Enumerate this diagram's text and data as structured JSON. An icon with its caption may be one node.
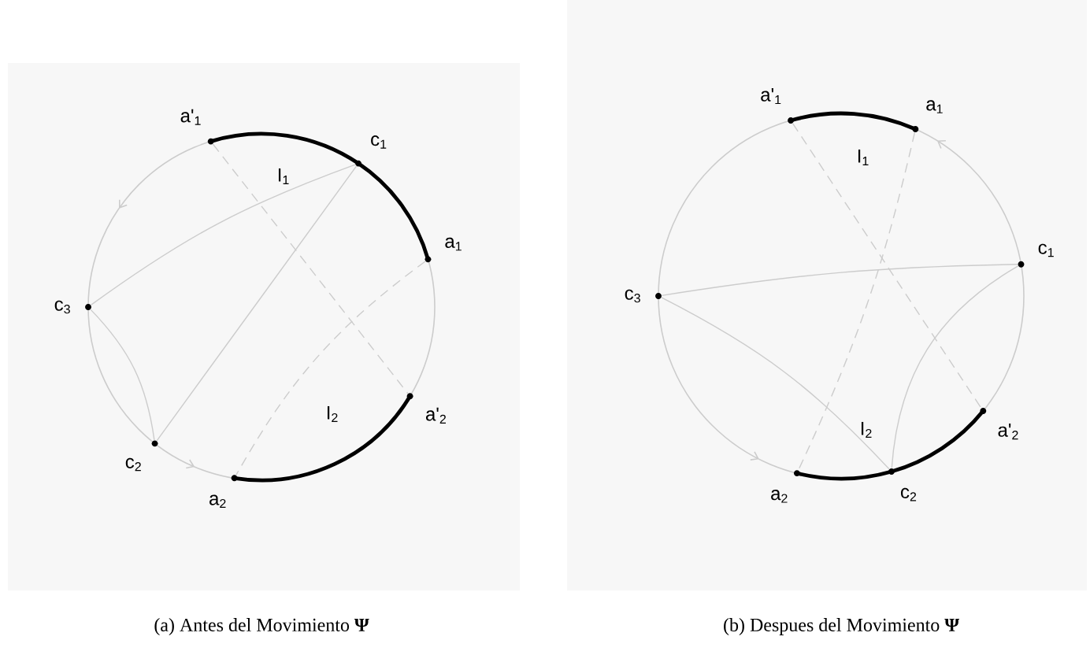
{
  "diagram": {
    "nodes": [
      {
        "text": [
          "a'$_{1}$"
        ]
      },
      {
        "text": [
          "c$_{1}$"
        ]
      },
      {
        "text": [
          "a$_{1}$"
        ]
      },
      {
        "text": [
          "a'$_{2}$"
        ]
      },
      {
        "text": [
          "a$_{2}$"
        ]
      },
      {
        "text": [
          "c$_{2}$"
        ]
      },
      {
        "text": [
          "c$_{3}$"
        ]
      },
      {
        "text": [
          "a'$_{1}$"
        ]
      },
      {
        "text": [
          "a$_{1}$"
        ]
      },
      {
        "text": [
          "c$_{1}$"
        ]
      },
      {
        "text": [
          "a'$_{2}$"
        ]
      },
      {
        "text": [
          "c$_{2}$"
        ]
      },
      {
        "text": [
          "a$_{2}$"
        ]
      },
      {
        "text": [
          "c$_{3}$"
        ]
      }
    ],
    "edges": [
      {
        "from": 0,
        "to": 1,
        "arrow": "none",
        "style": "thick",
        "color": "#000000"
      },
      {
        "from": 1,
        "to": 2,
        "arrow": "none",
        "style": "thick",
        "color": "#000000"
      },
      {
        "from": 4,
        "to": 3,
        "arrow": "none",
        "style": "thick",
        "color": "#000000"
      },
      {
        "from": 1,
        "to": 6,
        "arrow": "none"
      },
      {
        "from": 1,
        "to": 5,
        "arrow": "none"
      },
      {
        "from": 6,
        "to": 5,
        "arrow": "none"
      },
      {
        "from": 0,
        "to": 3,
        "arrow": "none",
        "style": "dashed"
      },
      {
        "from": 2,
        "to": 4,
        "arrow": "none",
        "style": "dashed"
      },
      {
        "from": 7,
        "to": 8,
        "arrow": "none",
        "style": "thick",
        "color": "#000000"
      },
      {
        "from": 12,
        "to": 11,
        "arrow": "none",
        "style": "thick",
        "color": "#000000"
      },
      {
        "from": 11,
        "to": 10,
        "arrow": "none",
        "style": "thick",
        "color": "#000000"
      },
      {
        "from": 13,
        "to": 9,
        "arrow": "none"
      },
      {
        "from": 13,
        "to": 11,
        "arrow": "none"
      },
      {
        "from": 11,
        "to": 9,
        "arrow": "none"
      },
      {
        "from": 7,
        "to": 10,
        "arrow": "none",
        "style": "dashed"
      },
      {
        "from": 8,
        "to": 12,
        "arrow": "none",
        "style": "dashed"
      }
    ],
    "labels": [
      "I$_{1}$",
      "I$_{2}$",
      "I$_{1}$",
      "I$_{2}$",
      "(a) Antes del Movimiento **Ψ**",
      "(b) Despues del Movimiento **Ψ**"
    ]
  }
}
